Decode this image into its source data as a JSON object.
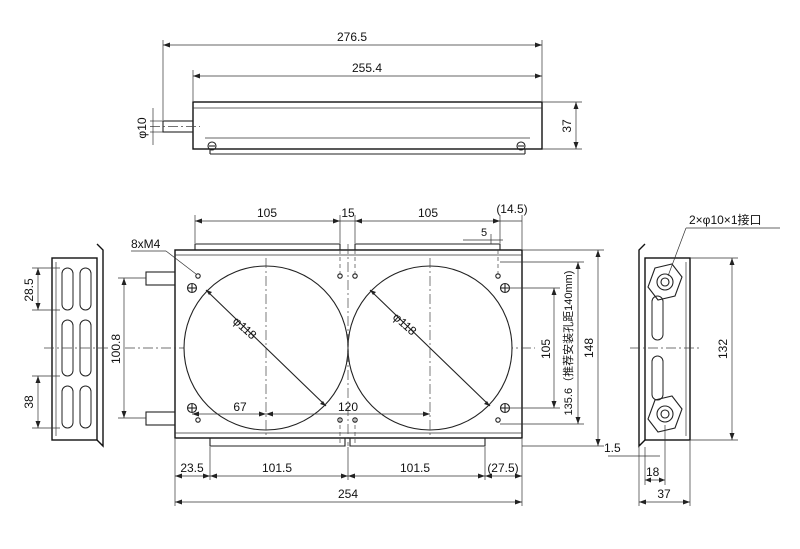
{
  "drawing": {
    "top_view": {
      "overall_width": "276.5",
      "body_width": "255.4",
      "pipe_diameter": "φ10",
      "height": "37"
    },
    "front_view": {
      "top_dims": [
        "105",
        "15",
        "105",
        "(14.5)"
      ],
      "pin_spacing": "5",
      "holes_label": "8xM4",
      "fan_diameter_left": "φ118",
      "fan_diameter_right": "φ118",
      "inner_dim_67": "67",
      "inner_dim_120": "120",
      "right_dims": {
        "d105": "105",
        "d148": "148",
        "mount_pitch": "135.6（推荐安装孔距140mm)"
      },
      "left_dims": {
        "d100_8": "100.8"
      },
      "bottom_dims": [
        "23.5",
        "101.5",
        "101.5",
        "(27.5)"
      ],
      "overall_bottom": "254"
    },
    "left_view": {
      "dims": [
        "28.5",
        "38"
      ]
    },
    "right_view": {
      "port_label": "2×φ10×1接口",
      "height": "132",
      "flange": "1.5",
      "offset": "18",
      "depth": "37"
    }
  }
}
